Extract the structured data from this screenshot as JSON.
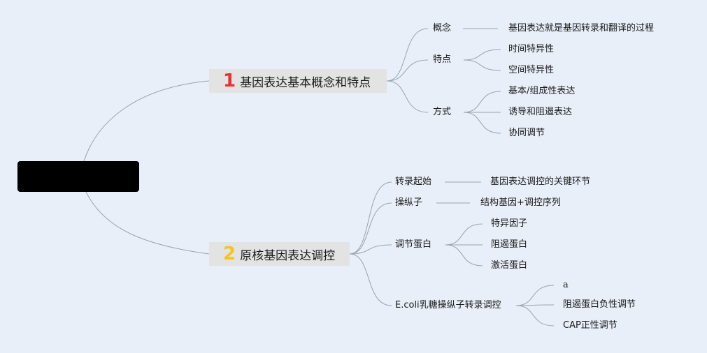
{
  "root": {
    "label": ""
  },
  "branches": [
    {
      "number": "1",
      "number_color": "#e8322f",
      "title": "基因表达基本概念和特点",
      "children": [
        {
          "label": "概念",
          "children": [
            "基因表达就是基因转录和翻译的过程"
          ]
        },
        {
          "label": "特点",
          "children": [
            "时间特异性",
            "空间特异性"
          ]
        },
        {
          "label": "方式",
          "children": [
            "基本/组成性表达",
            "诱导和阻遏表达",
            "协同调节"
          ]
        }
      ]
    },
    {
      "number": "2",
      "number_color": "#f5c518",
      "title": "原核基因表达调控",
      "children": [
        {
          "label": "转录起始",
          "children": [
            "基因表达调控的关键环节"
          ]
        },
        {
          "label": "操纵子",
          "children": [
            "结构基因+调控序列"
          ]
        },
        {
          "label": "调节蛋白",
          "children": [
            "特异因子",
            "阻遏蛋白",
            "激活蛋白"
          ]
        },
        {
          "label": "E.coli乳糖操纵子转录调控",
          "children": [
            "a",
            "阻遏蛋白负性调节",
            "CAP正性调节"
          ]
        }
      ]
    }
  ],
  "colors": {
    "background": "#e8eff8",
    "line": "#9aa3ad",
    "root": "#000000",
    "topic_bg": "#e3e3e3"
  }
}
